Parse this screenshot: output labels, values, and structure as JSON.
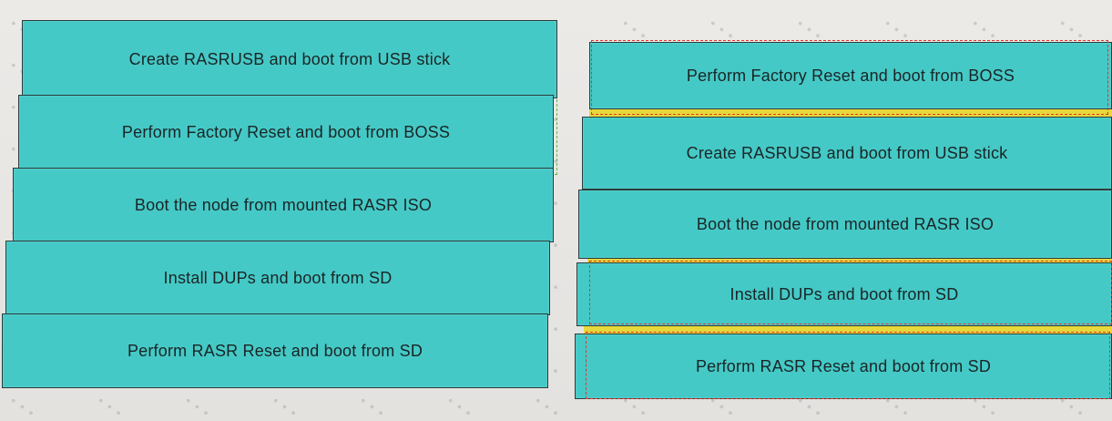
{
  "source_options": {
    "items": [
      {
        "label": "Create RASRUSB and boot from USB stick"
      },
      {
        "label": "Perform Factory Reset and boot from BOSS"
      },
      {
        "label": "Boot the node from mounted RASR ISO"
      },
      {
        "label": "Install DUPs and boot from SD"
      },
      {
        "label": "Perform RASR Reset and boot from SD"
      }
    ]
  },
  "answer_slots": {
    "items": [
      {
        "label": "Perform Factory Reset and boot from BOSS"
      },
      {
        "label": "Create RASRUSB and boot from USB stick"
      },
      {
        "label": "Boot the node from mounted RASR ISO"
      },
      {
        "label": "Install DUPs and boot from SD"
      },
      {
        "label": "Perform RASR Reset and boot from SD"
      }
    ]
  },
  "colors": {
    "card": "#45c9c6",
    "border": "#2c3b3d",
    "source_outline": "#5bb94a",
    "answer_outline": "#e5332a",
    "highlight": "#e6d83a"
  }
}
